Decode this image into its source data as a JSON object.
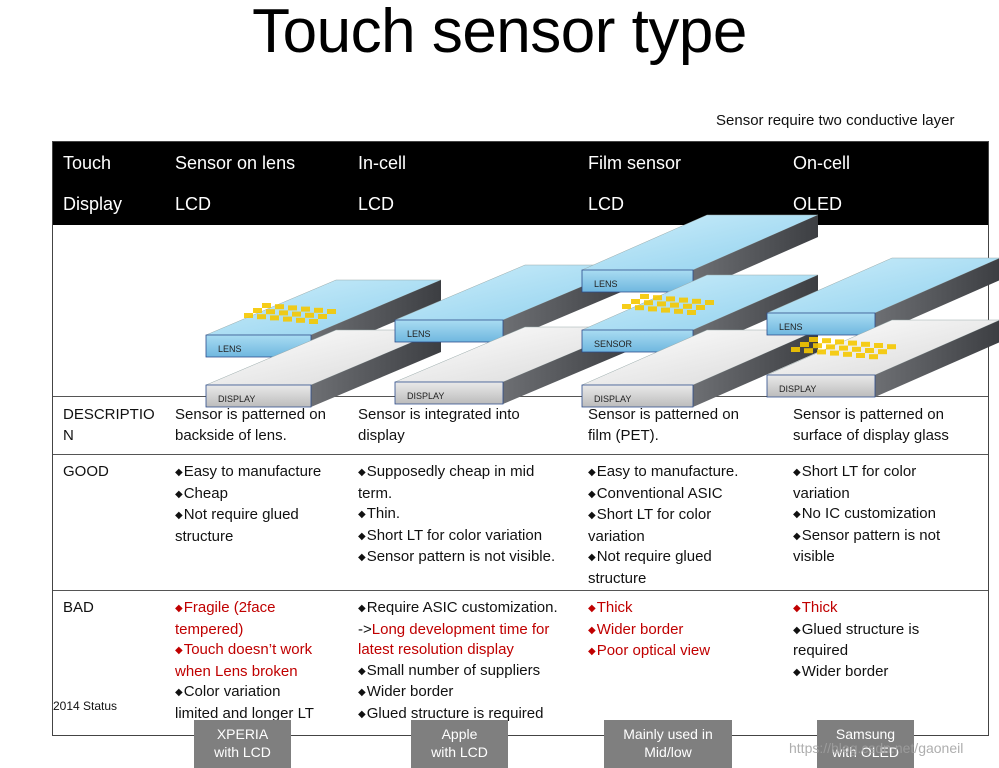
{
  "title": "Touch sensor type",
  "note": "Sensor require two conductive layer",
  "header": {
    "row1": [
      "Touch",
      "Sensor on lens",
      "In-cell",
      "Film sensor",
      "On-cell"
    ],
    "row2": [
      "Display",
      "LCD",
      "LCD",
      "LCD",
      "OLED"
    ]
  },
  "diagram_labels": {
    "lens": "LENS",
    "display": "DISPLAY",
    "sensor": "SENSOR"
  },
  "description": {
    "label": [
      "DESCRIPTIO",
      "N"
    ],
    "cols": [
      [
        "Sensor is patterned on",
        "backside of lens."
      ],
      [
        "Sensor is integrated into",
        "display"
      ],
      [
        "Sensor is patterned on",
        "film (PET)."
      ],
      [
        "Sensor is patterned on",
        "surface of display glass"
      ]
    ]
  },
  "good": {
    "label": "GOOD",
    "cols": [
      [
        {
          "t": "Easy to manufacture",
          "b": true
        },
        {
          "t": "Cheap",
          "b": true
        },
        {
          "t": "Not require glued",
          "b": true
        },
        {
          "t": "structure",
          "b": false
        }
      ],
      [
        {
          "t": "Supposedly cheap in mid",
          "b": true
        },
        {
          "t": "term.",
          "b": false
        },
        {
          "t": "Thin.",
          "b": true
        },
        {
          "t": "Short  LT for color variation",
          "b": true
        },
        {
          "t": "Sensor pattern is not visible.",
          "b": true
        }
      ],
      [
        {
          "t": "Easy to manufacture.",
          "b": true
        },
        {
          "t": "Conventional ASIC",
          "b": true
        },
        {
          "t": "Short  LT for color",
          "b": true
        },
        {
          "t": "variation",
          "b": false
        },
        {
          "t": "Not require glued",
          "b": true
        },
        {
          "t": "structure",
          "b": false
        }
      ],
      [
        {
          "t": "Short  LT for color",
          "b": true
        },
        {
          "t": "variation",
          "b": false
        },
        {
          "t": "No IC customization",
          "b": true
        },
        {
          "t": "Sensor pattern is not",
          "b": true
        },
        {
          "t": "visible",
          "b": false
        }
      ]
    ]
  },
  "bad": {
    "label": "BAD",
    "cols": [
      [
        {
          "t": "Fragile (2face",
          "b": true,
          "red": true
        },
        {
          "t": "tempered)",
          "b": false,
          "red": true
        },
        {
          "t": "Touch doesn’t work",
          "b": true,
          "red": true
        },
        {
          "t": "when Lens broken",
          "b": false,
          "red": true
        },
        {
          "t": "Color variation",
          "b": true
        },
        {
          "t": "limited and longer LT",
          "b": false
        }
      ],
      [
        {
          "t": "Require ASIC customization.",
          "b": true
        },
        {
          "t": " ->",
          "b": false,
          "tail": "Long development time for"
        },
        {
          "t": "latest resolution display",
          "b": false,
          "red": true
        },
        {
          "t": "Small number of suppliers",
          "b": true
        },
        {
          "t": "Wider border",
          "b": true
        },
        {
          "t": "Glued structure is required",
          "b": true
        }
      ],
      [
        {
          "t": "Thick",
          "b": true,
          "red": true
        },
        {
          "t": "Wider border",
          "b": true,
          "red": true
        },
        {
          "t": "Poor optical view",
          "b": true,
          "red": true
        }
      ],
      [
        {
          "t": "Thick",
          "b": true,
          "red": true
        },
        {
          "t": "Glued structure is",
          "b": true
        },
        {
          "t": "required",
          "b": false
        },
        {
          "t": "Wider border",
          "b": true
        }
      ]
    ]
  },
  "status_label": "2014 Status",
  "status_tags": [
    [
      "XPERIA",
      "with LCD"
    ],
    [
      "Apple",
      "with LCD"
    ],
    [
      "Mainly used in",
      "Mid/low"
    ],
    [
      "Samsung",
      "with OLED"
    ]
  ],
  "watermark": "https://blog.csdn.net/gaoneil",
  "colors": {
    "header_bg": "#000000",
    "bad_red": "#c00000",
    "tag_bg": "#7f7f7f",
    "sensor_pad": "#f5c800"
  },
  "icons": {
    "bullet": "diamond-bullet-icon"
  }
}
